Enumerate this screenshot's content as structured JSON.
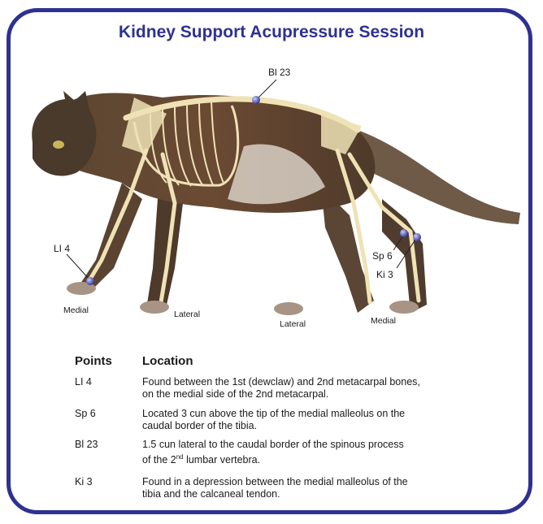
{
  "title": "Kidney Support Acupressure Session",
  "colors": {
    "frame": "#2e3192",
    "title": "#2e3192",
    "point_marker": "#4b4fc4"
  },
  "points": {
    "bl23": "Bl 23",
    "li4": "LI 4",
    "sp6": "Sp 6",
    "ki3": "Ki 3"
  },
  "views": {
    "front_left": "Medial",
    "front_right": "Lateral",
    "hind_left": "Lateral",
    "hind_right": "Medial"
  },
  "table": {
    "col_points": "Points",
    "col_location": "Location",
    "rows": [
      {
        "point": "LI 4",
        "line1": "Found between the 1st (dewclaw) and 2nd metacarpal bones,",
        "line2": "on the medial side of the 2nd metacarpal."
      },
      {
        "point": "Sp 6",
        "line1": "Located 3 cun above the tip of the medial malleolus on the",
        "line2": "caudal border of the tibia."
      },
      {
        "point": "Bl 23",
        "line1": "1.5 cun lateral to the caudal border of the spinous process",
        "line2_pre": "of the 2",
        "line2_sup": "nd",
        "line2_post": " lumbar vertebra."
      },
      {
        "point": "Ki 3",
        "line1": "Found in a depression between the medial malleolus of the",
        "line2": "tibia and the calcaneal tendon."
      }
    ]
  }
}
